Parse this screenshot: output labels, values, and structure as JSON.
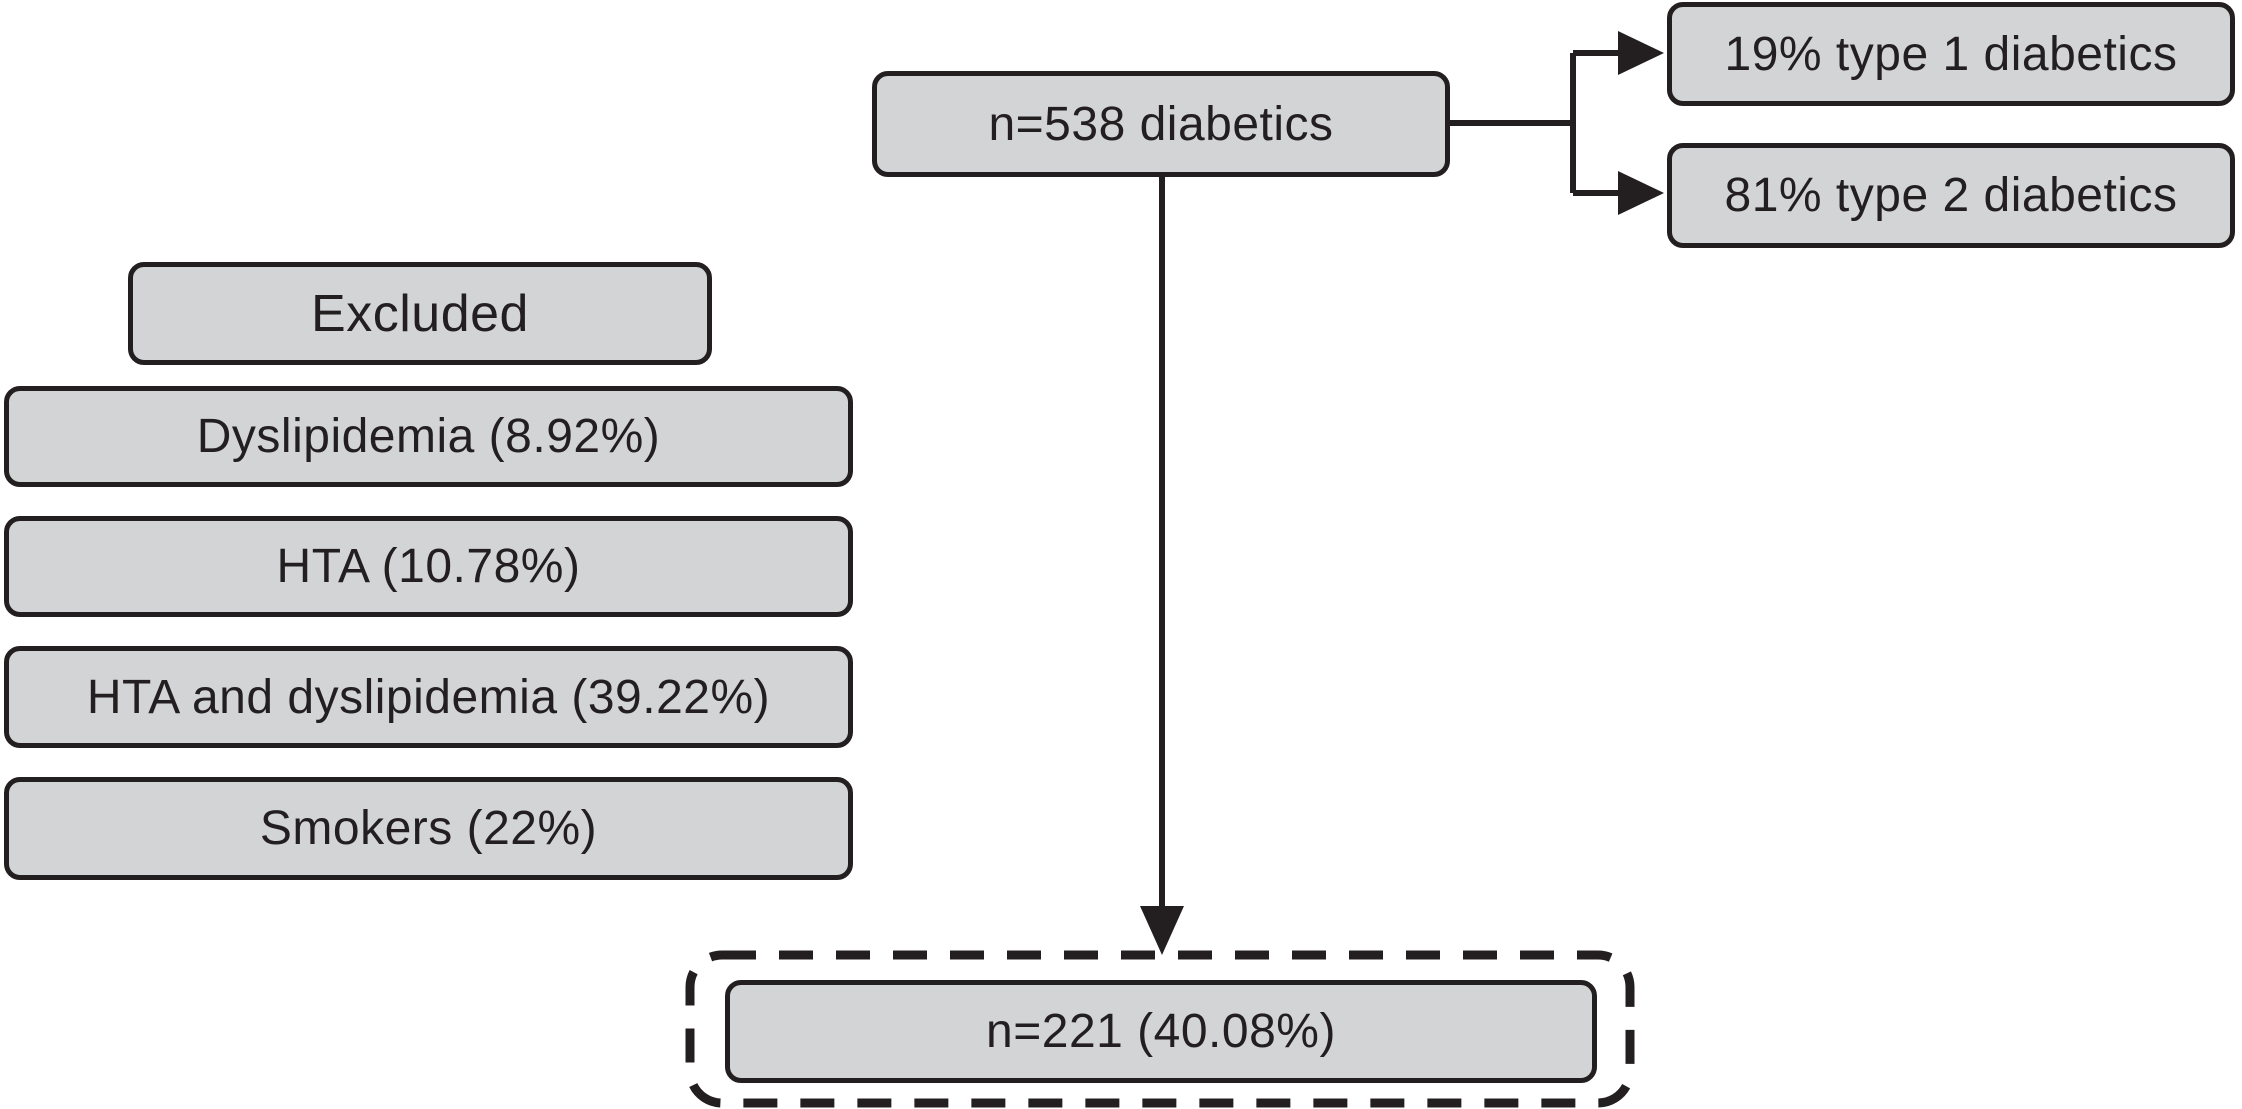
{
  "diagram": {
    "nodes": {
      "total": {
        "label": "n=538 diabetics"
      },
      "type1": {
        "label": "19% type 1 diabetics"
      },
      "type2": {
        "label": "81% type 2 diabetics"
      },
      "excluded": {
        "label": "Excluded"
      },
      "excluded_items": [
        {
          "label": "Dyslipidemia (8.92%)"
        },
        {
          "label": "HTA (10.78%)"
        },
        {
          "label": "HTA and dyslipidemia (39.22%)"
        },
        {
          "label": "Smokers (22%)"
        }
      ],
      "final": {
        "label": "n=221 (40.08%)"
      }
    },
    "colors": {
      "box_fill": "#d3d4d6",
      "box_border": "#231f20",
      "text": "#231f20",
      "background": "#ffffff"
    }
  }
}
